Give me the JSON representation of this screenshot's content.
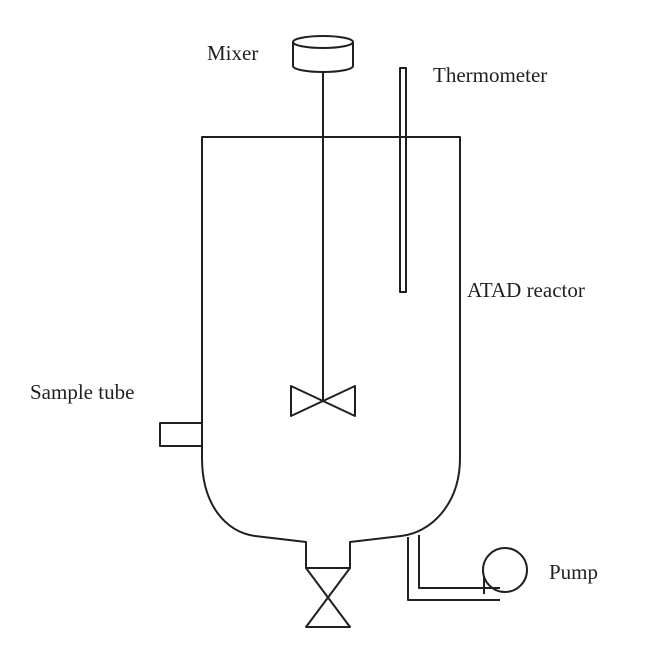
{
  "diagram": {
    "labels": {
      "mixer": "Mixer",
      "thermometer": "Thermometer",
      "reactor": "ATAD reactor",
      "sample_tube": "Sample tube",
      "pump": "Pump"
    },
    "colors": {
      "line": "#231f20",
      "background": "#ffffff"
    }
  }
}
